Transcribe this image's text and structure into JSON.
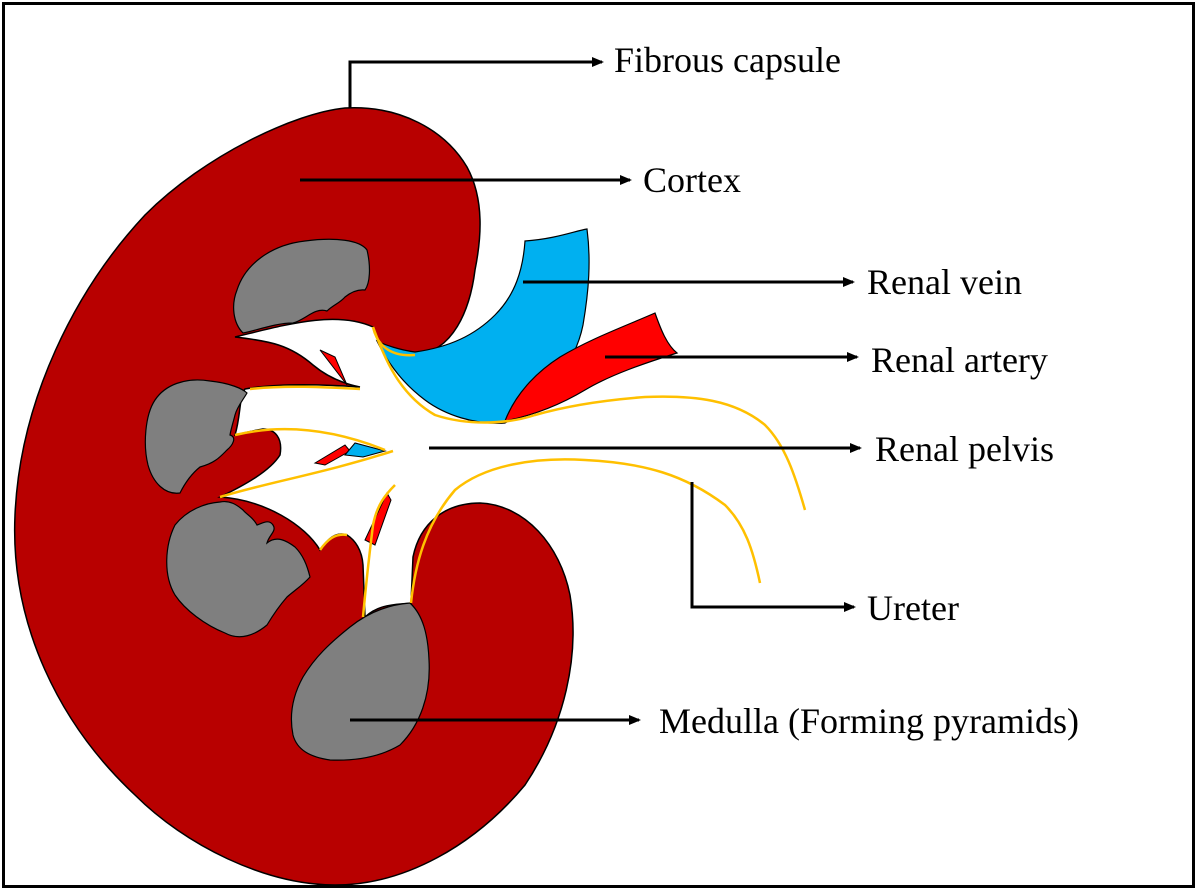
{
  "labels": {
    "fibrous_capsule": "Fibrous capsule",
    "cortex": "Cortex",
    "renal_vein": "Renal vein",
    "renal_artery": "Renal artery",
    "renal_pelvis": "Renal pelvis",
    "ureter": "Ureter",
    "medulla": "Medulla (Forming pyramids)"
  },
  "colors": {
    "cortex": "#b80000",
    "medulla": "#7f7f7f",
    "renal_vein": "#00b0f0",
    "renal_artery": "#ff0000",
    "ureter_outline": "#ffc000",
    "outline": "#000000",
    "background": "#ffffff"
  }
}
